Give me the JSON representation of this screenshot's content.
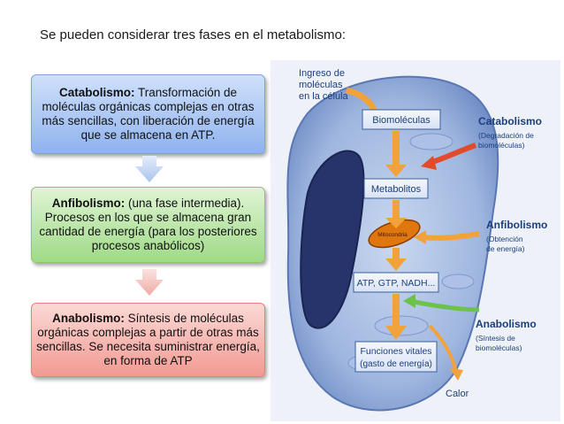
{
  "heading": "Se pueden considerar tres fases en el metabolismo:",
  "phases": [
    {
      "name": "Catabolismo:",
      "description": " Transformación de moléculas orgánicas complejas en otras más sencillas, con liberación de energía que se almacena en ATP."
    },
    {
      "name": "Anfibolismo:",
      "description": " (una fase intermedia). Procesos en los que se almacena gran cantidad de energía (para los posteriores procesos anabólicos)"
    },
    {
      "name": "Anabolismo:",
      "description": " Síntesis de moléculas orgánicas complejas a partir de otras más sencillas. Se necesita suministrar energía, en forma de ATP"
    }
  ],
  "colors": {
    "catabolismo": "#8fb3ee",
    "anfibolismo": "#9fda86",
    "anabolismo": "#f29a92",
    "cell_label_blue": "#1c3f7a"
  },
  "cell_figure": {
    "ingreso": [
      "Ingreso de",
      "moléculas",
      "en la célula"
    ],
    "steps": [
      "Biomoléculas",
      "Metabolitos",
      "ATP, GTP, NADH...",
      "Funciones vitales",
      "(gasto de energía)"
    ],
    "mitocondria": "Mitocondria",
    "calor": "Calor",
    "side_labels": {
      "catabolismo": {
        "title": "Catabolismo",
        "sub": [
          "(Degradación de",
          "biomoléculas)"
        ]
      },
      "anfibolismo": {
        "title": "Anfibolismo",
        "sub": [
          "(Obtención",
          "de energía)"
        ]
      },
      "anabolismo": {
        "title": "Anabolismo",
        "sub": [
          "(Síntesis de",
          "biomoléculas)"
        ]
      }
    }
  }
}
